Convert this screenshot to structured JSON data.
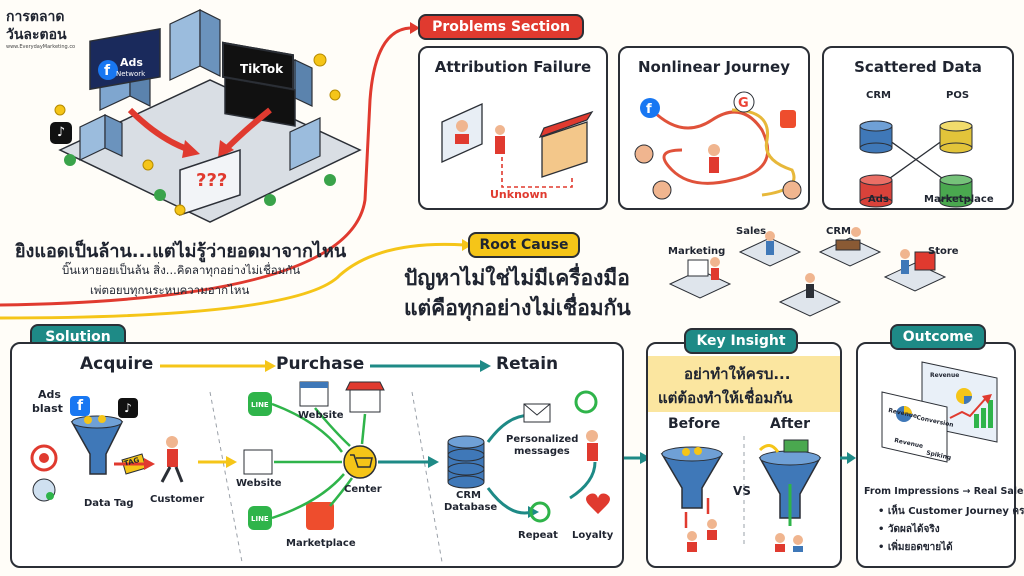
{
  "brand": {
    "logo_line1": "การตลาด",
    "logo_line2": "วันละตอน",
    "logo_url": "www.EverydayMarketing.co"
  },
  "hero": {
    "billboard_ads": "Ads",
    "billboard_network": "Network",
    "billboard_tiktok": "TikTok",
    "screen_text": "???",
    "headline": "ยิงแอดเป็นล้าน...แต่ไม่รู้ว่ายอดมาจากไหน",
    "sub1": "บิ๊นเหายอยเป็นล้น สิ่ง...คิดลาทุกอย่างไม่เชื่อมกัน",
    "sub2": "เพ่ตอยบทุกนระหบความอากไหน"
  },
  "problems": {
    "label": "Problems Section",
    "attribution": {
      "title": "Attribution Failure",
      "unknown": "Unknown"
    },
    "nonlinear": {
      "title": "Nonlinear Journey"
    },
    "scattered": {
      "title": "Scattered Data",
      "crm": "CRM",
      "pos": "POS",
      "ads": "Ads",
      "marketplace": "Marketplace"
    }
  },
  "root_cause": {
    "label": "Root Cause",
    "line1": "ปัญหาไม่ใช่ไม่มีเครื่องมือ",
    "line2": "แต่คือทุกอย่างไม่เชื่อมกัน",
    "dept_marketing": "Marketing",
    "dept_sales": "Sales",
    "dept_crm": "CRM",
    "dept_store": "Store"
  },
  "solution": {
    "label": "Solution",
    "acquire": "Acquire",
    "purchase": "Purchase",
    "retain": "Retain",
    "ads_blast": "Ads\nblast",
    "ads_word": "Ads",
    "blast_word": "blast",
    "tag_word": "TAG",
    "data_tag": "Data Tag",
    "customer": "Customer",
    "website_top": "Website",
    "website_left": "Website",
    "line_word": "LINE",
    "center": "Center",
    "marketplace": "Marketplace",
    "crm_db_1": "CRM",
    "crm_db_2": "Database",
    "personalized_1": "Personalized",
    "personalized_2": "messages",
    "repeat": "Repeat",
    "loyalty": "Loyalty"
  },
  "insight": {
    "label": "Key Insight",
    "line1": "อย่าทำให้ครบ...",
    "line2": "แต่ต้องทำให้เชื่อมกัน",
    "before": "Before",
    "after": "After",
    "vs": "VS"
  },
  "outcome": {
    "label": "Outcome",
    "card_revenue": "Revenue",
    "card_conversion": "Conversion",
    "card_revenue2": "Revenue",
    "card_spiking": "Spiking",
    "title": "From Impressions → Real Sales",
    "bullets": [
      "เห็น Customer Journey ครบ",
      "วัดผลได้จริง",
      "เพิ่มยอดขายได้"
    ]
  },
  "colors": {
    "red": "#e03a2f",
    "yellow": "#f5c518",
    "teal": "#1e8a86",
    "ink": "#2b2f36",
    "line_green": "#2fb44a",
    "db_blue": "#3f78b8"
  }
}
